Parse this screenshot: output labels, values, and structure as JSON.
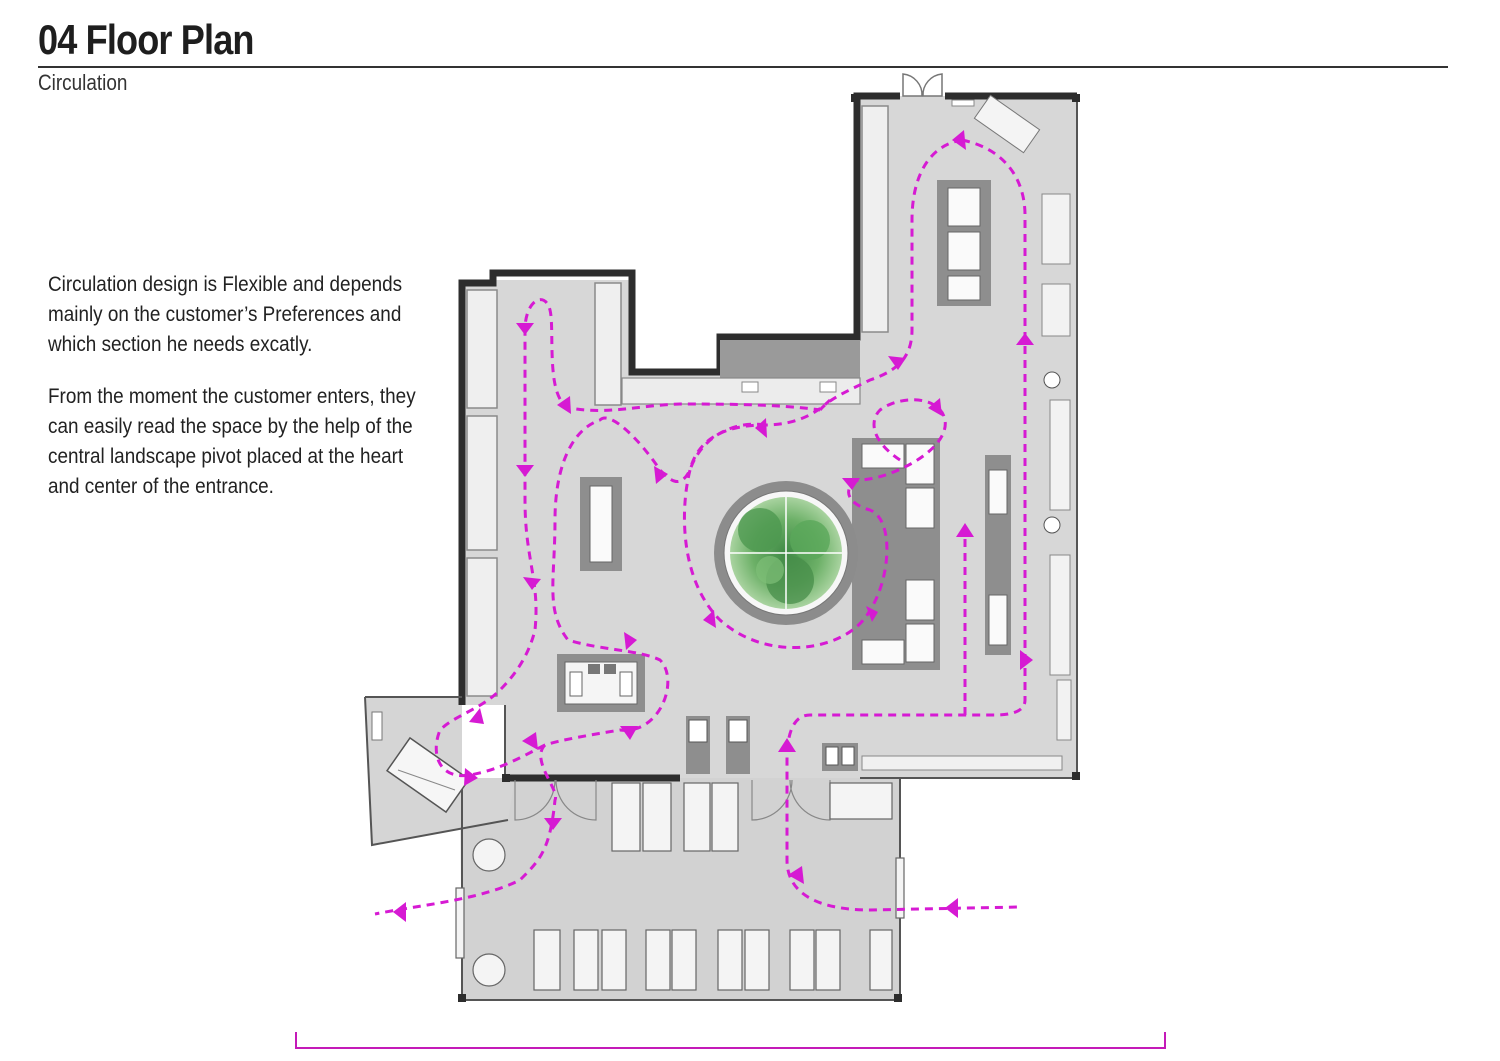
{
  "header": {
    "title": "04 Floor Plan",
    "subtitle": "Circulation"
  },
  "description": {
    "paragraph_1": "Circulation design is Flexible and depends mainly on the customer’s Preferences and which section he needs excatly.",
    "paragraph_2": "From the moment the customer enters, they can easily read the space by the help of the central landscape pivot placed at the heart and center of the entrance."
  },
  "colors": {
    "circulation": "#d61ad3",
    "floor": "#d9d9d9",
    "wall": "#333333",
    "furniture_dark": "#8c8c8c",
    "plant": "#5fa25c"
  }
}
